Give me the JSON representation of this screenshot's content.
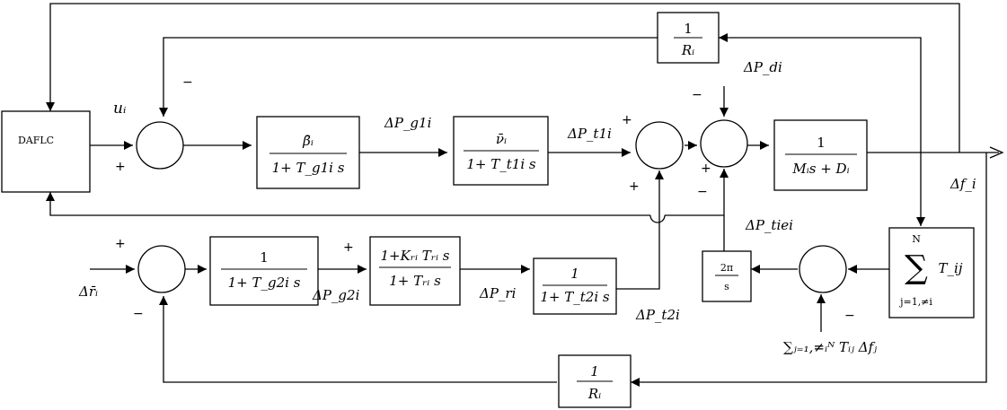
{
  "blocks": {
    "dafl": "DAFLC",
    "beta": {
      "num": "β̄ᵢ",
      "den": "1+ T_g1i s"
    },
    "nu": {
      "num": "ν̄ᵢ",
      "den": "1+ T_t1i s"
    },
    "load": {
      "num": "1",
      "den": "Mᵢs + Dᵢ"
    },
    "r_top": {
      "num": "1",
      "den": "Rᵢ"
    },
    "r_bottom": {
      "num": "1",
      "den": "Rᵢ"
    },
    "gov2": {
      "num": "1",
      "den": "1+ T_g2i s"
    },
    "reheat": {
      "num": "1+Kᵣᵢ Tᵣᵢ s",
      "den": "1+ Tᵣᵢ s"
    },
    "turb2": {
      "num": "1",
      "den": "1+ T_t2i s"
    },
    "tie_int": {
      "num": "2π",
      "den": "s"
    },
    "sum_t": {
      "sigma_top": "N",
      "sigma_bottom": "j=1,≠i",
      "term": "T_ij"
    }
  },
  "signals": {
    "u": "uᵢ",
    "pg1": "ΔP_g1i",
    "pt1": "ΔP_t1i",
    "pd": "ΔP_di",
    "df": "Δf_i",
    "ptie": "ΔP_tiei",
    "r_ref": "Δr̄ᵢ",
    "pg2": "ΔP_g2i",
    "pr": "ΔP_ri",
    "pt2": "ΔP_t2i",
    "tie_sum": "∑ⱼ₌₁,≠ᵢᴺ Tᵢⱼ Δfⱼ"
  },
  "signs": {
    "plus": "+",
    "minus": "−"
  }
}
